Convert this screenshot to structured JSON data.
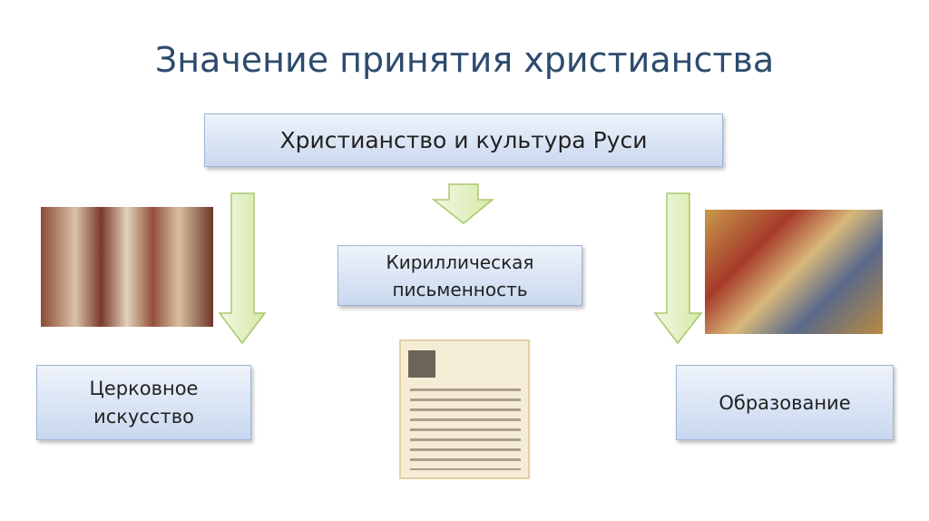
{
  "title": "Значение принятия христианства",
  "top_box": "Христианство и культура Руси",
  "center_box": {
    "line1": "Кириллическая",
    "line2": "письменность"
  },
  "left_box": {
    "line1": "Церковное",
    "line2": "искусство"
  },
  "right_box": "Образование",
  "colors": {
    "title": "#2d4b6e",
    "arrow_fill": "#e4f1c6",
    "arrow_stroke": "#a9c86c",
    "box_top": "#eef3fb",
    "box_bottom": "#c9d8ef"
  },
  "images": [
    "fresco-image",
    "cyrillic-alphabet-image",
    "manuscript-miniature-image"
  ]
}
